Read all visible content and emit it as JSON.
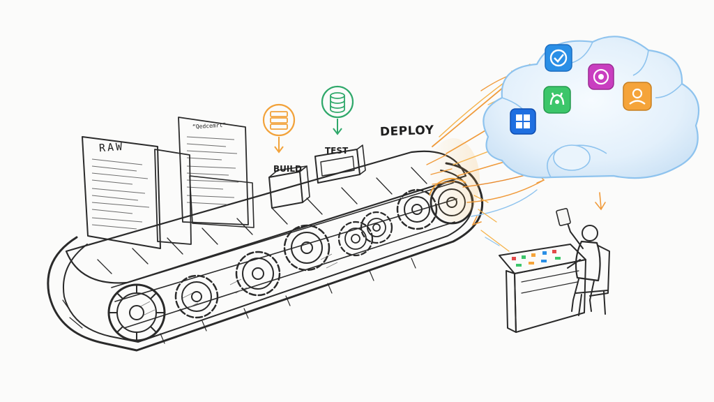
{
  "stages": {
    "raw": "RAW",
    "build": "BUILD",
    "test": "TEST",
    "deploy": "DEPLOY"
  },
  "document_heading": "“Qedcemrl”",
  "colors": {
    "build_icon": "#f2a23a",
    "test_icon": "#2fa86a",
    "cloud_blue": "#8ec3ee",
    "arrow_orange": "#f09a3a",
    "app_windows": "#1f6fe0",
    "app_shield": "#2a8fe6",
    "app_green": "#3cc66a",
    "app_magenta": "#c93ec0",
    "app_orange": "#f5a43a"
  },
  "icons": {
    "build": "server-rack-icon",
    "test": "database-icon",
    "app_1": "windows-grid-icon",
    "app_2": "shield-check-icon",
    "app_3": "puzzle-app-icon",
    "app_4": "camera-app-icon",
    "app_5": "face-app-icon"
  }
}
